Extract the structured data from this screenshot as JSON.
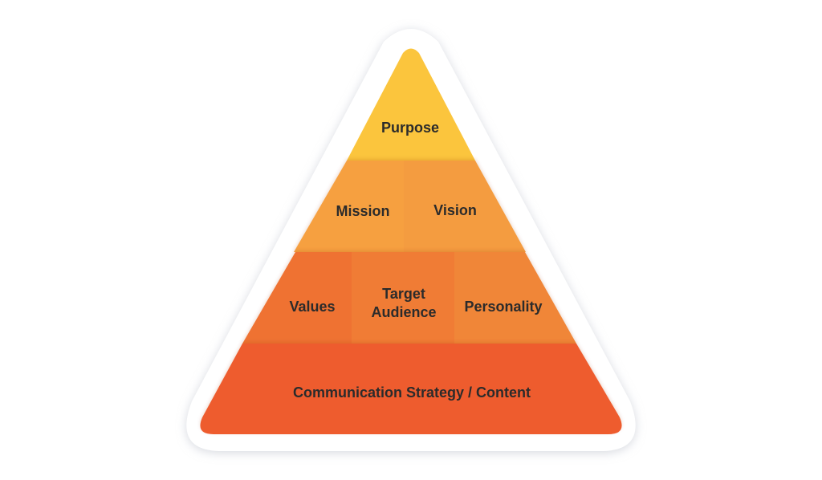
{
  "diagram": {
    "levels": [
      {
        "id": "top",
        "labels": [
          "Purpose"
        ]
      },
      {
        "id": "second",
        "labels": [
          "Mission",
          "Vision"
        ]
      },
      {
        "id": "third",
        "labels": [
          "Values",
          "Target",
          "Audience",
          "Personality"
        ]
      },
      {
        "id": "base",
        "labels": [
          "Communication Strategy / Content"
        ]
      }
    ]
  },
  "colors": {
    "background": "#ffffff",
    "outline": "#ffffff",
    "outline_shadow": "#dfe1e6",
    "purpose": "#fbc53d",
    "mission": "#f6a041",
    "vision": "#f49c3f",
    "values": "#ef7231",
    "target_audience": "#f07c36",
    "personality": "#f08638",
    "communication": "#ee5c2f",
    "text": "#2b2b2b"
  }
}
